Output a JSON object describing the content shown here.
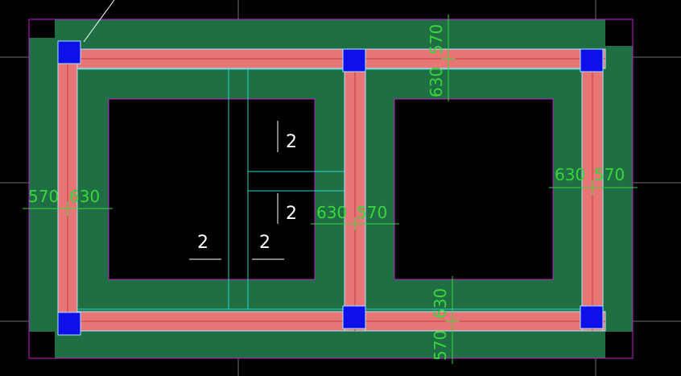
{
  "colors": {
    "background": "#000000",
    "slab": "#1f6e44",
    "beam": "#e97676",
    "beam_edge": "#a9e6ff",
    "column": "#0d10e8",
    "opening_border": "#c31ecf",
    "outline": "#c31ecf",
    "dimension": "#39d63c",
    "section_line": "#2ad4cc",
    "grid": "#707070",
    "axis_mark": "#ff3a3a",
    "label": "#ffffff"
  },
  "dimensions": {
    "top_right_vertical": {
      "upper": "570",
      "lower": "630"
    },
    "left_horizontal": {
      "left": "570",
      "right": "630"
    },
    "middle_horizontal": {
      "left": "630",
      "right": "570"
    },
    "right_horizontal": {
      "left": "630",
      "right": "570"
    },
    "bottom_vertical": {
      "upper": "630",
      "lower": "570"
    }
  },
  "section_marks": {
    "upper_right": "2",
    "lower_right": "2",
    "bottom_left": "2",
    "bottom_right": "2"
  }
}
